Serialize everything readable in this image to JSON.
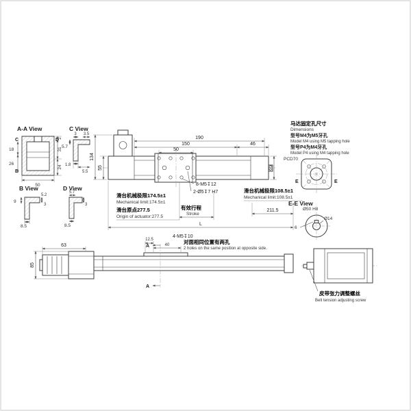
{
  "colors": {
    "red": "#e60012",
    "orange": "#ef9f00",
    "blue": "#0068b7",
    "green": "#00a23f",
    "model_text": "#9a4a1e"
  },
  "views": {
    "aa": {
      "label": "A-A View",
      "marker_c": "C",
      "marker_d": "D",
      "marker_b": "B",
      "d18": "18",
      "d26": "26",
      "d2": "2",
      "d31": "31",
      "d24": "24",
      "d50": "50"
    },
    "c": {
      "label": "C View",
      "d3": "3",
      "d3_5": "3.5",
      "d5_7": "5.7",
      "d1_8": "1.8",
      "d5_5": "5.5"
    },
    "b": {
      "label": "B View",
      "d9": "9",
      "d5_2": "5.2",
      "d3": "3",
      "d8_5": "8.5"
    },
    "d": {
      "label": "D View",
      "d5_7": "5.7",
      "d3": "3",
      "d8_5": "8.5"
    },
    "ee": {
      "label": "E-E View",
      "d50": "Ø50 H8",
      "d14": "Ø14",
      "d6": "6"
    }
  },
  "top_view": {
    "d190": "190",
    "d150": "150",
    "d50": "50",
    "d46": "46",
    "d65": "65",
    "d134": "134",
    "d55": "55",
    "note_holes1": "8-M5↧12",
    "note_holes2": "2-Ø5↧7 H7",
    "limit_left_cn": "滑台机械极限174.5±1",
    "limit_left_en": "Mechanical limit:174.5±1",
    "origin_cn": "滑台原点277.5",
    "origin_en": "Origin of actuator:277.5",
    "stroke_cn": "有效行程",
    "stroke_en": "Stroke",
    "limit_right_cn": "滑台机械极限108.5±1",
    "limit_right_en": "Mechanical limit:108.5±1",
    "d211_5": "211.5",
    "dL": "L"
  },
  "motor_flange": {
    "title_cn": "马达固定孔尺寸",
    "title_en": "Dimensions",
    "m4_cn": "型号M4为M5牙孔",
    "m4_en": "Model M4 using M5 tapping hole",
    "p4_cn": "型号P4为M4牙孔",
    "p4_en": "Model P4 using M4 tapping hole",
    "pcd": "PCD70",
    "section_e": "E"
  },
  "side_view": {
    "d63": "63",
    "d85": "85",
    "d12_5": "12.5",
    "d40": "40",
    "note_holes": "4-M5↧10",
    "note_cn": "对面相同位置有两孔",
    "note_en": "2 holes on the same position at opposite side.",
    "section_a": "A"
  },
  "belt_detail": {
    "label_cn": "皮带张力调整螺丝",
    "label_en": "Belt tension adjusting screw"
  }
}
